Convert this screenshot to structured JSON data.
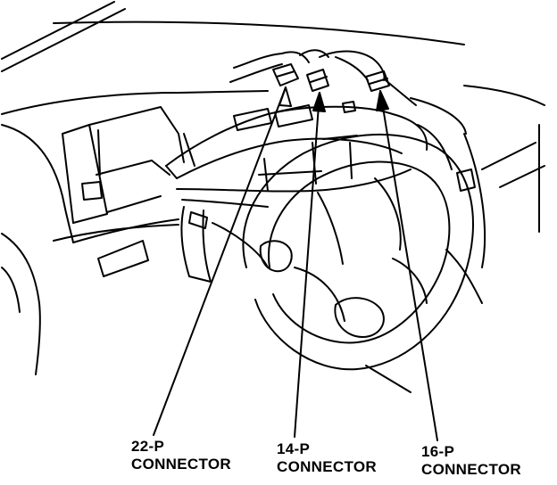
{
  "callouts": [
    {
      "id": "22p",
      "code": "22-P",
      "name": "CONNECTOR"
    },
    {
      "id": "14p",
      "code": "14-P",
      "name": "CONNECTOR"
    },
    {
      "id": "16p",
      "code": "16-P",
      "name": "CONNECTOR"
    }
  ],
  "colors": {
    "ink": "#000000",
    "paper": "#ffffff"
  }
}
